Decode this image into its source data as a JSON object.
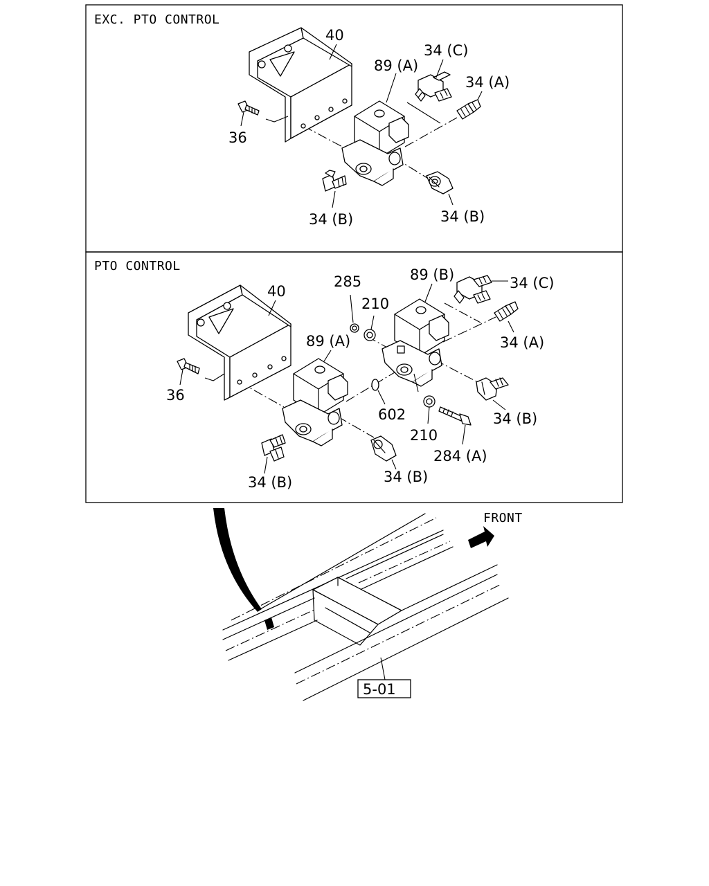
{
  "panels": {
    "exc_pto": {
      "title": "EXC. PTO CONTROL",
      "labels": {
        "bracket": "40",
        "valve": "89 (A)",
        "tee_c": "34 (C)",
        "straight_a": "34 (A)",
        "bolt": "36",
        "elbow_left": "34 (B)",
        "elbow_right": "34 (B)"
      }
    },
    "pto": {
      "title": "PTO CONTROL",
      "labels": {
        "bracket": "40",
        "valve_b": "89 (B)",
        "tee_c": "34 (C)",
        "plug": "285",
        "washer_top": "210",
        "straight_a": "34 (A)",
        "valve_a": "89 (A)",
        "bolt": "36",
        "oring": "602",
        "elbow_right_b": "34 (B)",
        "washer_bottom": "210",
        "bolt_284": "284 (A)",
        "elbow_left": "34 (B)",
        "elbow_mid": "34 (B)"
      }
    }
  },
  "frame": {
    "front_label": "FRONT",
    "reference": "5-01"
  }
}
